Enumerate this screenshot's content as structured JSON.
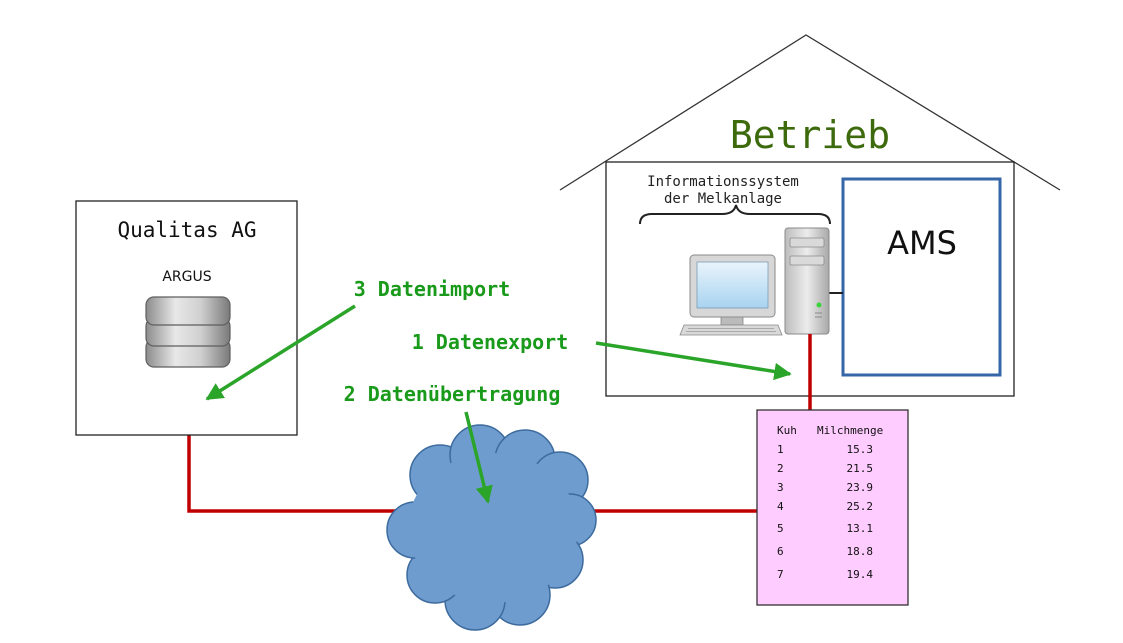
{
  "house": {
    "title": "Betrieb",
    "info_system_line1": "Informationssystem",
    "info_system_line2": "der Melkanlage",
    "ams_label": "AMS"
  },
  "qualitas": {
    "title": "Qualitas AG",
    "db_label": "ARGUS"
  },
  "steps": {
    "import": "3 Datenimport",
    "export": "1 Datenexport",
    "transfer": "2 Datenübertragung"
  },
  "data_table": {
    "headers": [
      "Kuh",
      "Milchmenge"
    ],
    "rows": [
      [
        "1",
        "15.3"
      ],
      [
        "2",
        "21.5"
      ],
      [
        "3",
        "23.9"
      ],
      [
        "4",
        "25.2"
      ],
      [
        "5",
        "13.1"
      ],
      [
        "6",
        "18.8"
      ],
      [
        "7",
        "19.4"
      ]
    ]
  },
  "colors": {
    "house_title": "#3c6a0c",
    "step_text": "#1a9a1a",
    "arrow_green": "#2aa52a",
    "line_red": "#c00000",
    "ams_border": "#3466a8",
    "cloud": "#6f9ccf",
    "table_bg": "#ffccff"
  },
  "icons": [
    "database-icon",
    "computer-monitor-icon",
    "pc-tower-icon",
    "keyboard-icon",
    "cloud-icon"
  ]
}
